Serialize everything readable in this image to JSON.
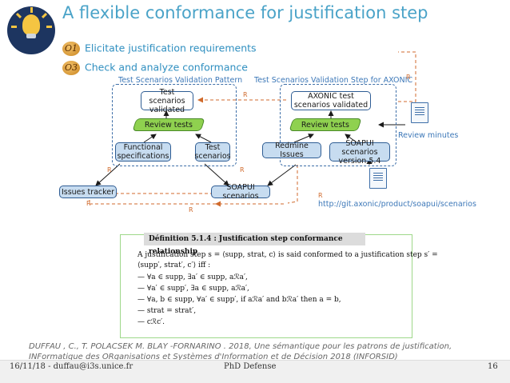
{
  "slide": {
    "title": "A flexible conformance for justification step",
    "objectives": [
      {
        "symbol": "O1",
        "text": "Elicitate justification requirements"
      },
      {
        "symbol": "O3",
        "text": "Check and analyze conformance"
      }
    ]
  },
  "diagram": {
    "left_frame_title": "Test Scenarios Validation Pattern",
    "right_frame_title": "Test Scenarios Validation Step for AXONIC",
    "left": {
      "conclusion": "Test scenarios validated",
      "strategy": "Review tests",
      "support1": "Functional specifications",
      "support2": "Test scenarios"
    },
    "right": {
      "conclusion": "AXONIC test scenarios validated",
      "strategy": "Review tests",
      "support1": "Redmine Issues",
      "support2": "SOAPUI scenarios version 5.4"
    },
    "issues_tracker": "Issues tracker",
    "soapui_scenarios": "SOAPUI scenarios",
    "review_minutes": "Review minutes",
    "url": "http://git.axonic/product/soapui/scenarios",
    "relation_label": "R"
  },
  "definition": {
    "title": "Définition 5.1.4 : Justification step conformance relationship",
    "lines": [
      "A justification step s = ⟨supp, strat, c⟩ is said conformed to a justification step s′ =",
      "⟨supp′, strat′, c′⟩ iff :",
      "—  ∀a ∈ supp, ∃a′ ∈ supp, aℛa′,",
      "—  ∀a′ ∈ supp′, ∃a ∈ supp, aℛa′,",
      "—  ∀a, b ∈ supp, ∀a′ ∈ supp′, if aℛa′ and bℛa′ then a = b,",
      "—  strat = strat′,",
      "—  cℛc′."
    ]
  },
  "reference": "DUFFAU , C., T. POLACSEK M. BLAY -FORNARINO . 2018, Une sémantique pour les patrons de justification, INFormatique des ORganisations et Systèmes d'Information et de Décision 2018 (INFORSID)",
  "footer": {
    "left": "16/11/18 - duffau@i3s.unice.fr",
    "center": "PhD Defense",
    "page": "16"
  },
  "colors": {
    "title": "#4aa3c8",
    "strategy": "#8fd14f",
    "relation": "#d06a2c",
    "frame": "#3d6ea8"
  }
}
